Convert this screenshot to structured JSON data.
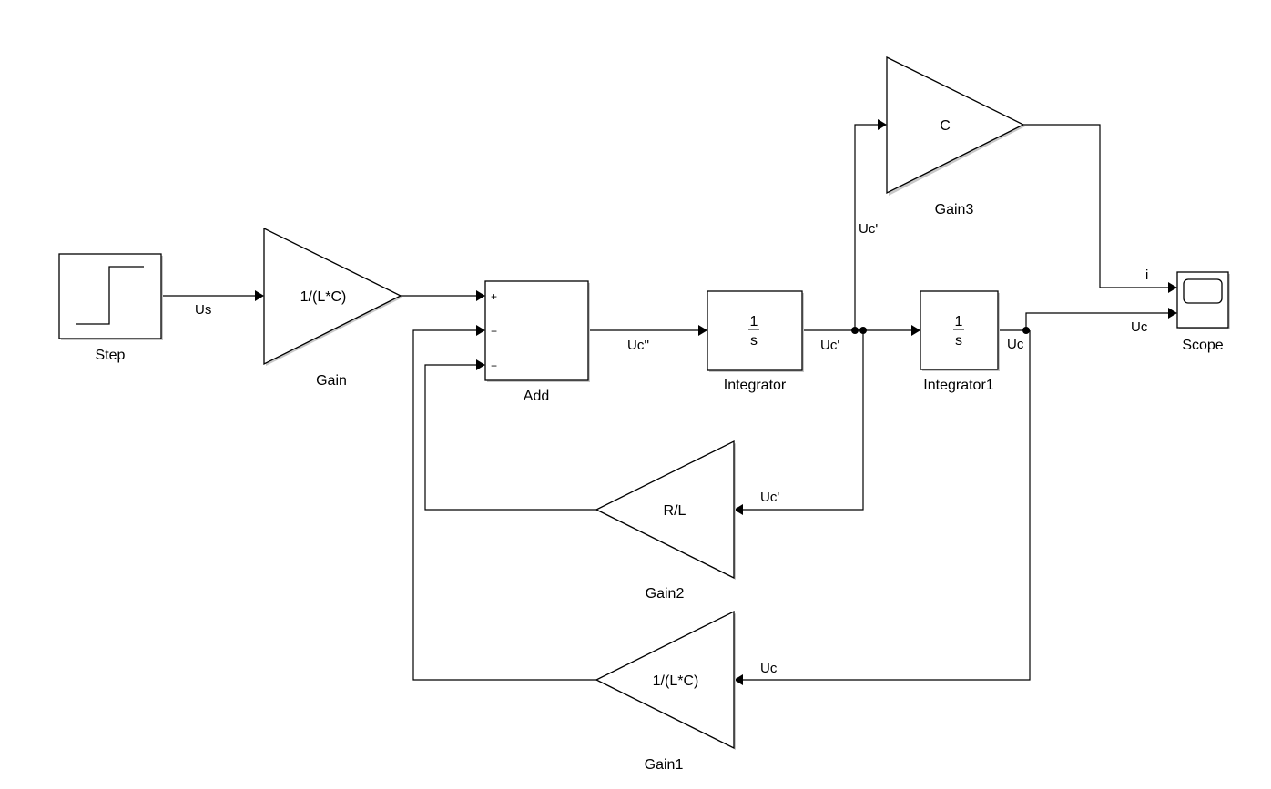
{
  "diagram": {
    "type": "simulink-model",
    "blocks": {
      "step": {
        "name": "Step",
        "icon": "step-function-icon"
      },
      "gain": {
        "name": "Gain",
        "value": "1/(L*C)"
      },
      "add": {
        "name": "Add",
        "ports": [
          "+",
          "−",
          "−"
        ]
      },
      "integrator": {
        "name": "Integrator",
        "numerator": "1",
        "denominator": "s"
      },
      "integrator1": {
        "name": "Integrator1",
        "numerator": "1",
        "denominator": "s"
      },
      "gain1": {
        "name": "Gain1",
        "value": "1/(L*C)"
      },
      "gain2": {
        "name": "Gain2",
        "value": "R/L"
      },
      "gain3": {
        "name": "Gain3",
        "value": "C"
      },
      "scope": {
        "name": "Scope",
        "icon": "scope-screen-icon"
      }
    },
    "signals": {
      "us": "Us",
      "ucpp": "Uc''",
      "ucp_main": "Uc'",
      "ucp_up": "Uc'",
      "ucp_fb": "Uc'",
      "uc_main": "Uc",
      "uc_scope": "Uc",
      "uc_fb": "Uc",
      "i": "i"
    },
    "connections": [
      {
        "from": "Step",
        "to": "Gain",
        "signal": "Us"
      },
      {
        "from": "Gain",
        "to": "Add:+",
        "signal": ""
      },
      {
        "from": "Add",
        "to": "Integrator",
        "signal": "Uc''"
      },
      {
        "from": "Integrator",
        "to": "Integrator1",
        "signal": "Uc'"
      },
      {
        "from": "Integrator",
        "to": "Gain3",
        "signal": "Uc'"
      },
      {
        "from": "Integrator",
        "to": "Gain2",
        "signal": "Uc'"
      },
      {
        "from": "Gain2",
        "to": "Add:-(3)",
        "signal": ""
      },
      {
        "from": "Integrator1",
        "to": "Scope:2",
        "signal": "Uc"
      },
      {
        "from": "Integrator1",
        "to": "Gain1",
        "signal": "Uc"
      },
      {
        "from": "Gain1",
        "to": "Add:-(2)",
        "signal": ""
      },
      {
        "from": "Gain3",
        "to": "Scope:1",
        "signal": "i"
      }
    ]
  }
}
